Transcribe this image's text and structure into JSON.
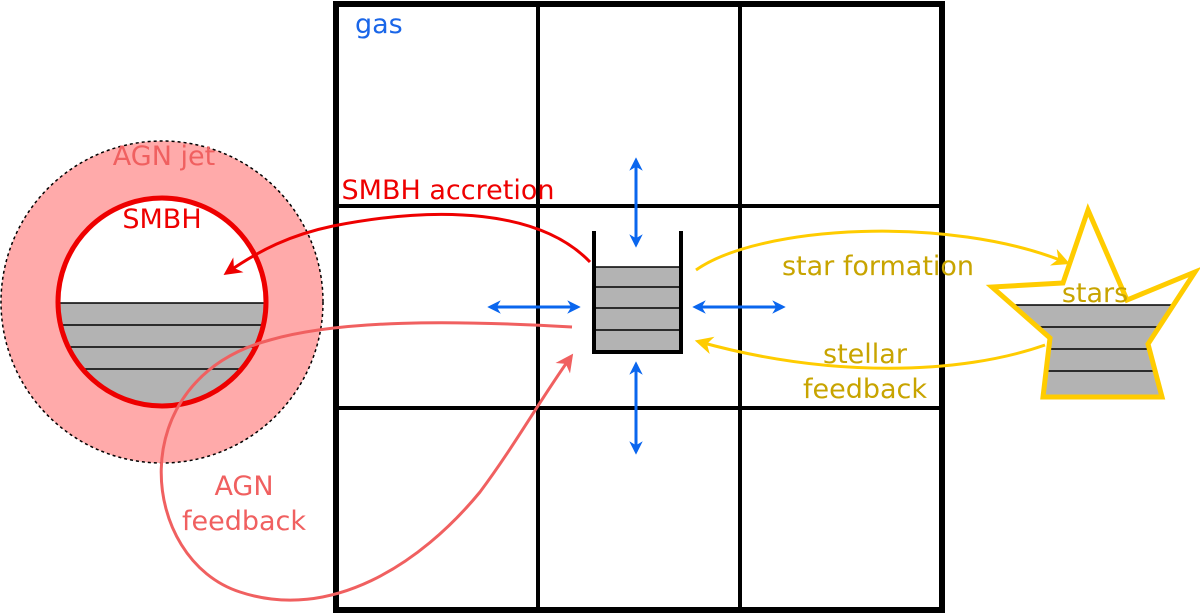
{
  "labels": {
    "gas": "gas",
    "agn_jet": "AGN jet",
    "smbh": "SMBH",
    "smbh_accretion": "SMBH accretion",
    "star_formation": "star formation",
    "stars": "stars",
    "stellar_feedback_1": "stellar",
    "stellar_feedback_2": "feedback",
    "agn_feedback_1": "AGN",
    "agn_feedback_2": "feedback"
  },
  "colors": {
    "gas_text": "#1a66e8",
    "flow_arrows": "#0a66ee",
    "agn_jet_fill": "#ffaaaa",
    "agn_jet_text": "#f06060",
    "smbh_red": "#ee0000",
    "agn_feedback": "#f06060",
    "star_outline": "#ffcc00",
    "star_text": "#c8a400",
    "reservoir_fill": "#b3b3b3",
    "grid_line": "#000000"
  }
}
